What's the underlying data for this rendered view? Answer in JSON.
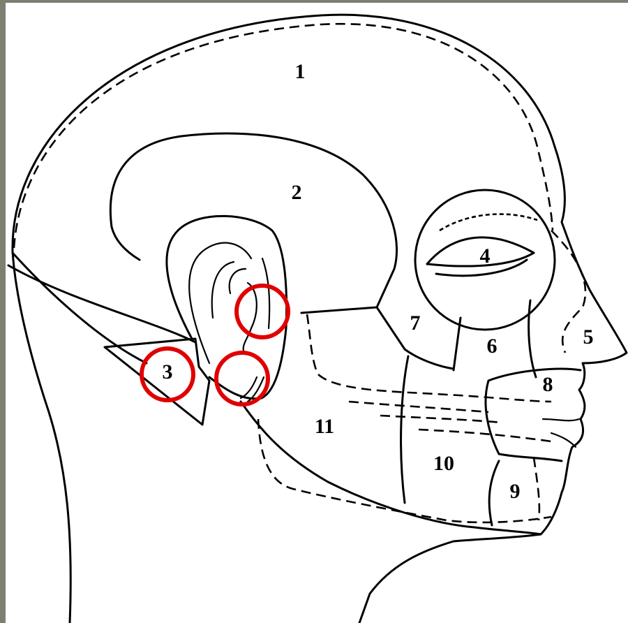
{
  "diagram": {
    "regions": [
      {
        "id": "region-1",
        "label": "1"
      },
      {
        "id": "region-2",
        "label": "2"
      },
      {
        "id": "region-3",
        "label": "3"
      },
      {
        "id": "region-4",
        "label": "4"
      },
      {
        "id": "region-5",
        "label": "5"
      },
      {
        "id": "region-6",
        "label": "6"
      },
      {
        "id": "region-7",
        "label": "7"
      },
      {
        "id": "region-8",
        "label": "8"
      },
      {
        "id": "region-9",
        "label": "9"
      },
      {
        "id": "region-10",
        "label": "10"
      },
      {
        "id": "region-11",
        "label": "11"
      }
    ],
    "colors": {
      "background": "#7d7f71",
      "lines": "#000000",
      "highlight-circles": "#e00000"
    },
    "highlight_circle_count": 3
  }
}
